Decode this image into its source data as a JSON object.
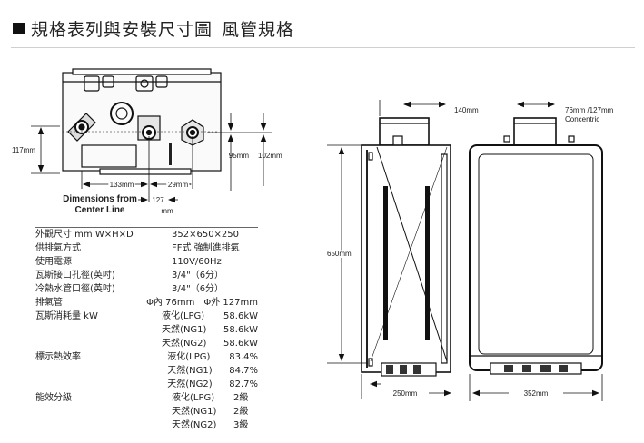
{
  "title": {
    "main": "規格表列與安裝尺寸圖",
    "sub": "風管規格"
  },
  "dimensions": {
    "side_height": "117mm",
    "horizontal_a": "133mm",
    "horizontal_b": "29mm",
    "horizontal_c": "127",
    "horizontal_c_unit": "mm",
    "vertical_a": "95mm",
    "vertical_b": "102mm",
    "center_line_note_1": "Dimensions from",
    "center_line_note_2": "Center Line",
    "flue_width": "140mm",
    "concentric_1": "76mm /127mm",
    "concentric_2": "Concentric",
    "unit_height": "650mm",
    "depth": "250mm",
    "width": "352mm"
  },
  "specs": [
    {
      "label": "外觀尺寸 mm W×H×D",
      "value": "352×650×250"
    },
    {
      "label": "供排氣方式",
      "value": "FF式 強制進排氣"
    },
    {
      "label": "使用電源",
      "value": "110V/60Hz"
    },
    {
      "label": "瓦斯接口孔徑(英吋)",
      "value": "3/4\"（6分）"
    },
    {
      "label": "冷熱水管口徑(英吋)",
      "value": "3/4\"（6分）"
    },
    {
      "label": "排氣管",
      "value": "Φ內 76mm　Φ外 127mm"
    },
    {
      "label": "瓦斯消耗量 kW",
      "value": "液化(LPG)",
      "value2": "58.6kW"
    },
    {
      "label": "",
      "value": "天然(NG1)",
      "value2": "58.6kW"
    },
    {
      "label": "",
      "value": "天然(NG2)",
      "value2": "58.6kW"
    },
    {
      "label": "標示熱效率",
      "value": "液化(LPG)",
      "value2": "83.4%"
    },
    {
      "label": "",
      "value": "天然(NG1)",
      "value2": "84.7%"
    },
    {
      "label": "",
      "value": "天然(NG2)",
      "value2": "82.7%"
    },
    {
      "label": "能效分級",
      "value": "液化(LPG)",
      "value2": "2級"
    },
    {
      "label": "",
      "value": "天然(NG1)",
      "value2": "2級"
    },
    {
      "label": "",
      "value": "天然(NG2)",
      "value2": "3級"
    }
  ]
}
